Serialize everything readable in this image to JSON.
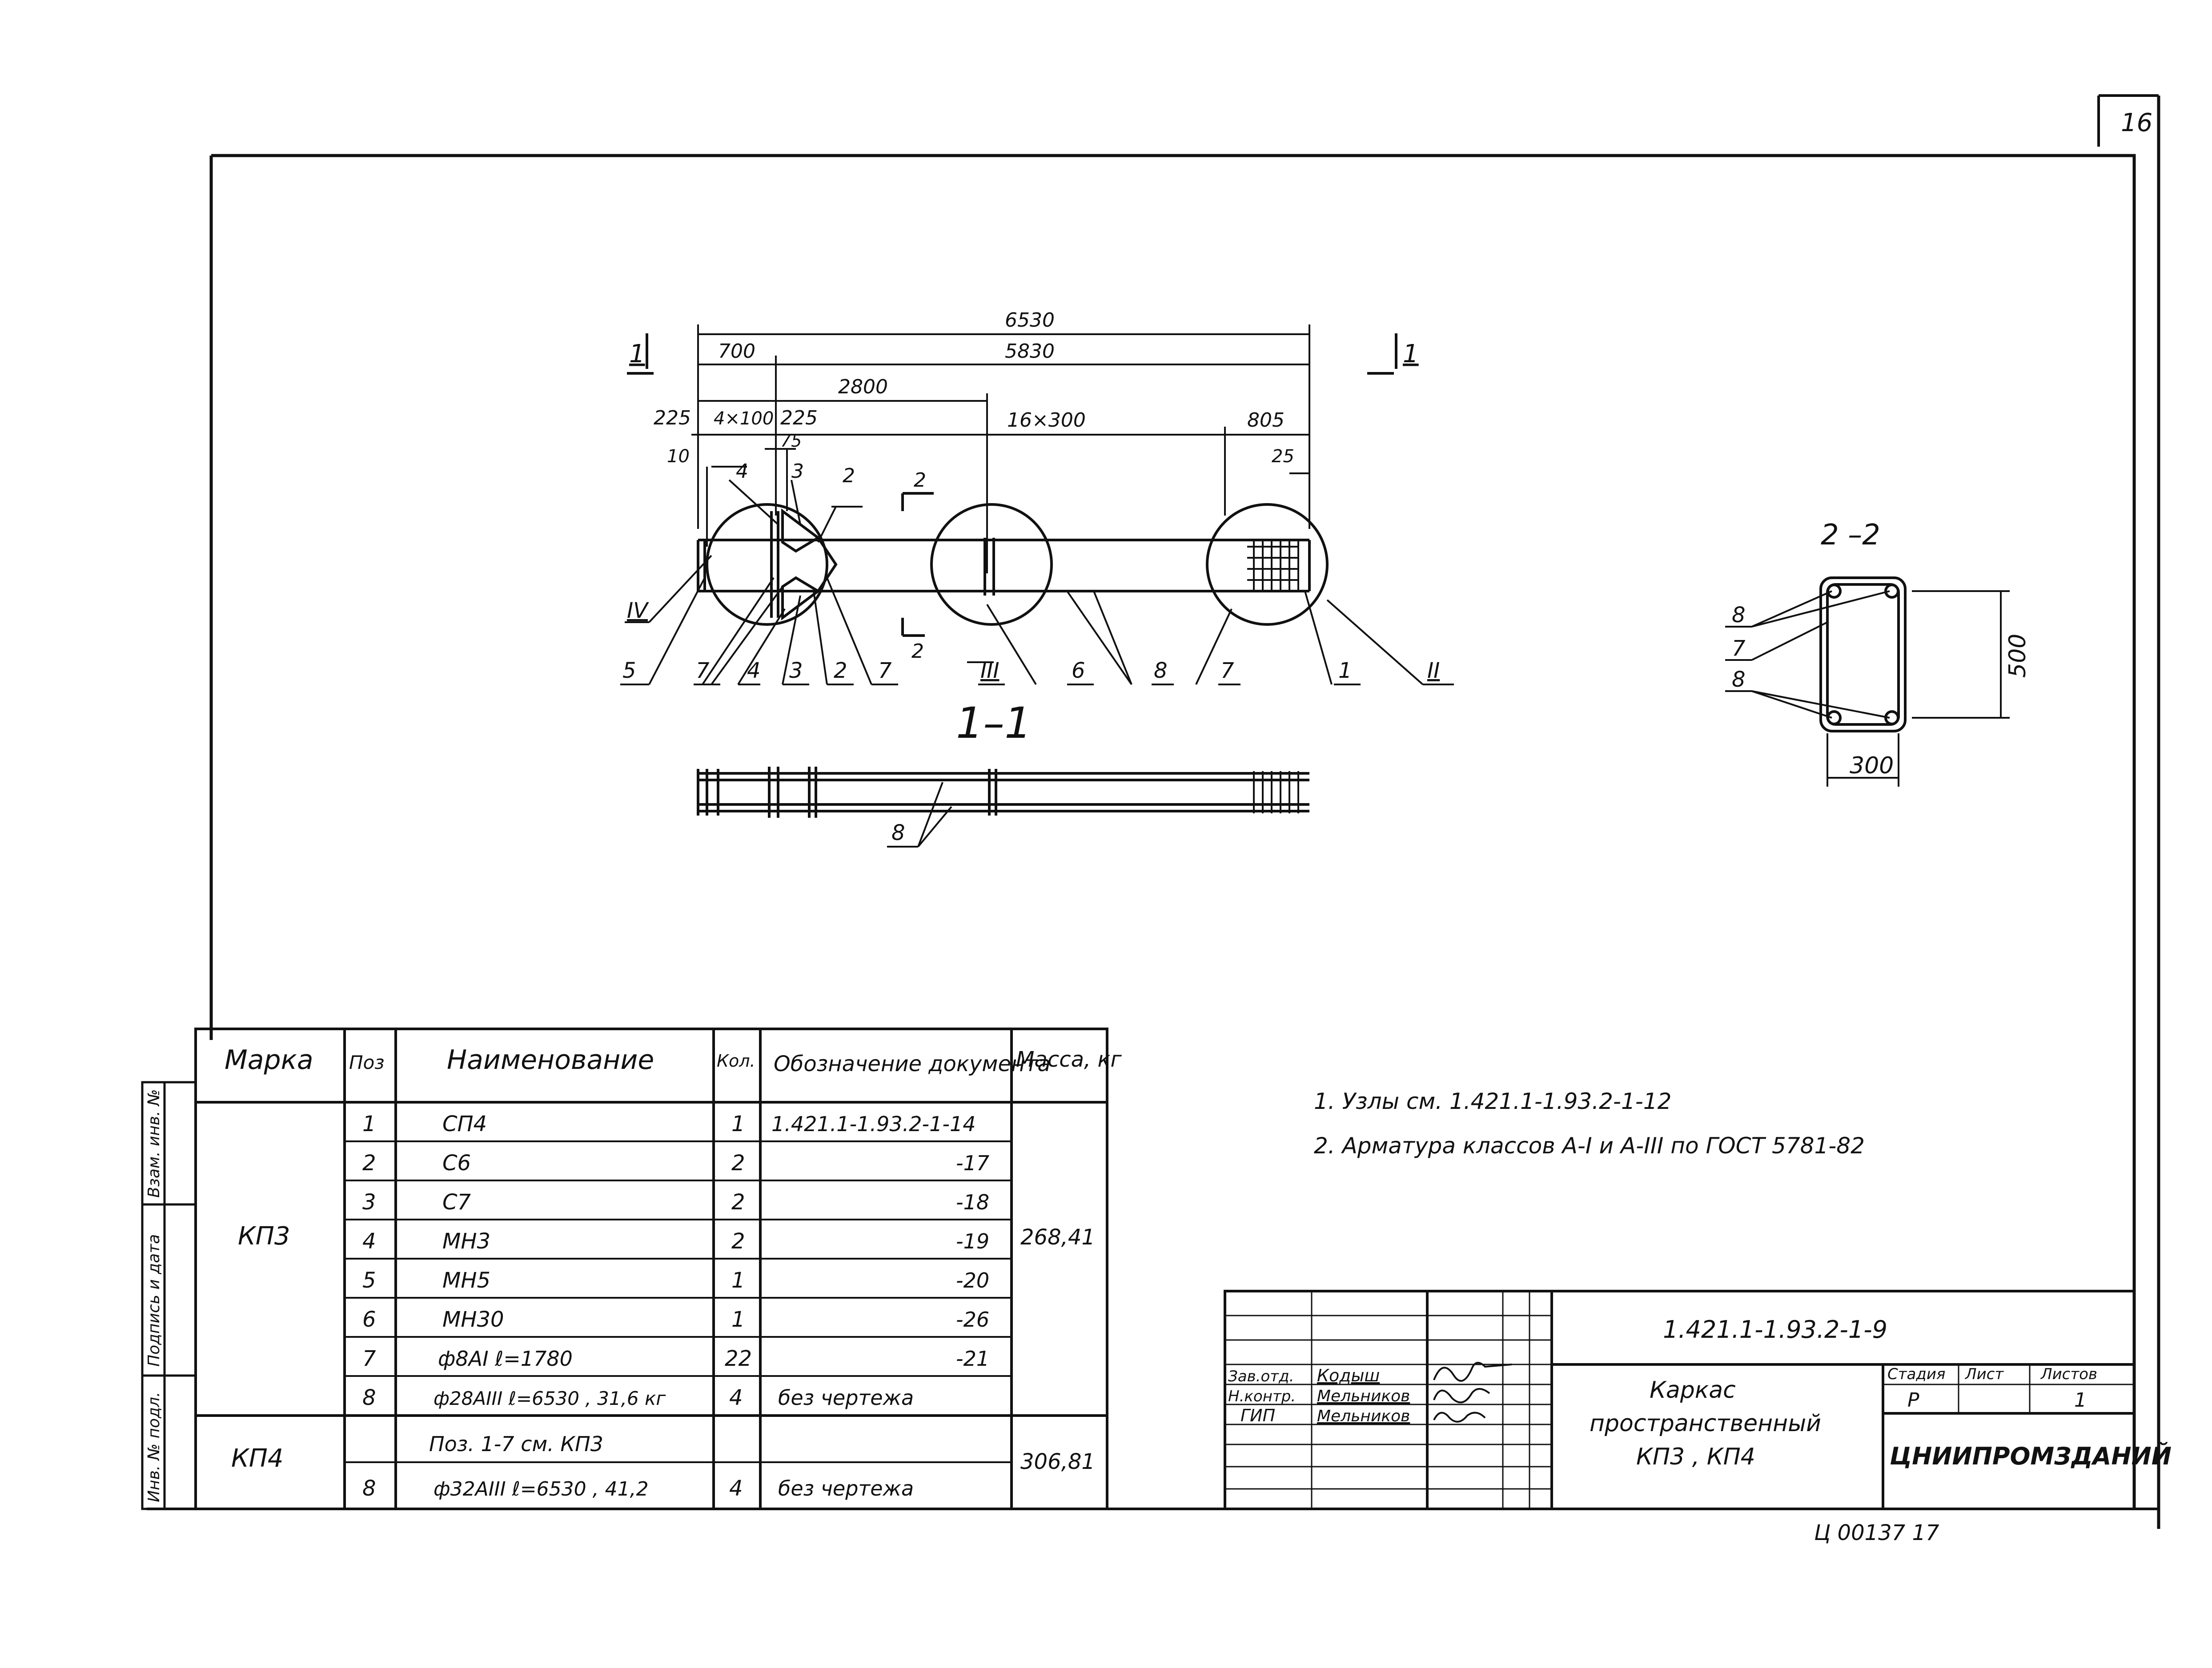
{
  "sheet": {
    "number": "16",
    "footer_code": "Ц 00137  17"
  },
  "drawing": {
    "dim_6530": "6530",
    "dim_700": "700",
    "dim_5830": "5830",
    "dim_2800": "2800",
    "dim_225_left": "225",
    "dim_4x100": "4×100",
    "dim_225_mid": "225",
    "dim_16x300": "16×300",
    "dim_805": "805",
    "dim_75": "75",
    "dim_10": "10",
    "dim_25": "25",
    "cut_1": "1",
    "cut_2": "2",
    "node_IV": "IV",
    "node_III": "III",
    "node_II": "II",
    "callouts": [
      "5",
      "7",
      "4",
      "3",
      "2",
      "7",
      "6",
      "8",
      "7",
      "1"
    ],
    "top_callouts": [
      "4",
      "3",
      "2"
    ],
    "section_1_1_title": "1–1",
    "section_1_1_callout": "8",
    "section_2_2_title": "2 –2",
    "section_2_2_dim_height": "500",
    "section_2_2_dim_width": "300",
    "section_2_2_callouts": [
      "8",
      "7",
      "8"
    ]
  },
  "table": {
    "headers": [
      "Марка",
      "Поз",
      "Наименование",
      "Кол.",
      "Обозначение документа",
      "Масса, кг"
    ],
    "groups": [
      {
        "mark": "КП3",
        "mass": "268,41",
        "rows": [
          {
            "pos": "1",
            "name": "СП4",
            "qty": "1",
            "doc": "1.421.1-1.93.2-1-14"
          },
          {
            "pos": "2",
            "name": "С6",
            "qty": "2",
            "doc": "-17"
          },
          {
            "pos": "3",
            "name": "С7",
            "qty": "2",
            "doc": "-18"
          },
          {
            "pos": "4",
            "name": "МН3",
            "qty": "2",
            "doc": "-19"
          },
          {
            "pos": "5",
            "name": "МН5",
            "qty": "1",
            "doc": "-20"
          },
          {
            "pos": "6",
            "name": "МН30",
            "qty": "1",
            "doc": "-26"
          },
          {
            "pos": "7",
            "name": "ф8АI  ℓ=1780",
            "qty": "22",
            "doc": "-21"
          },
          {
            "pos": "8",
            "name": "ф28АIII ℓ=6530 , 31,6 кг",
            "qty": "4",
            "doc": "без чертежа"
          }
        ]
      },
      {
        "mark": "КП4",
        "mass": "306,81",
        "rows": [
          {
            "pos": "",
            "name": "Поз. 1-7 см.   КП3",
            "qty": "",
            "doc": ""
          },
          {
            "pos": "8",
            "name": "ф32АIII ℓ=6530 , 41,2",
            "qty": "4",
            "doc": "без чертежа"
          }
        ]
      }
    ]
  },
  "side_stamp": [
    "Инв. № подл.",
    "Подпись и дата",
    "Взам. инв. №"
  ],
  "notes": [
    "1. Узлы см. 1.421.1-1.93.2-1-12",
    "2. Арматура классов А-I и А-III по ГОСТ 5781-82"
  ],
  "title_block": {
    "code": "1.421.1-1.93.2-1-9",
    "title_lines": [
      "Каркас",
      "пространственный",
      "КП3 , КП4"
    ],
    "roles": [
      {
        "role": "Зав.отд.",
        "name": "Кодыш"
      },
      {
        "role": "Н.контр.",
        "name": "Мельников"
      },
      {
        "role": "ГИП",
        "name": "Мельников"
      }
    ],
    "stage_header": "Стадия",
    "sheet_header": "Лист",
    "sheets_header": "Листов",
    "stage": "Р",
    "sheet": "",
    "sheets": "1",
    "organization": "ЦНИИПРОМЗДАНИЙ"
  }
}
